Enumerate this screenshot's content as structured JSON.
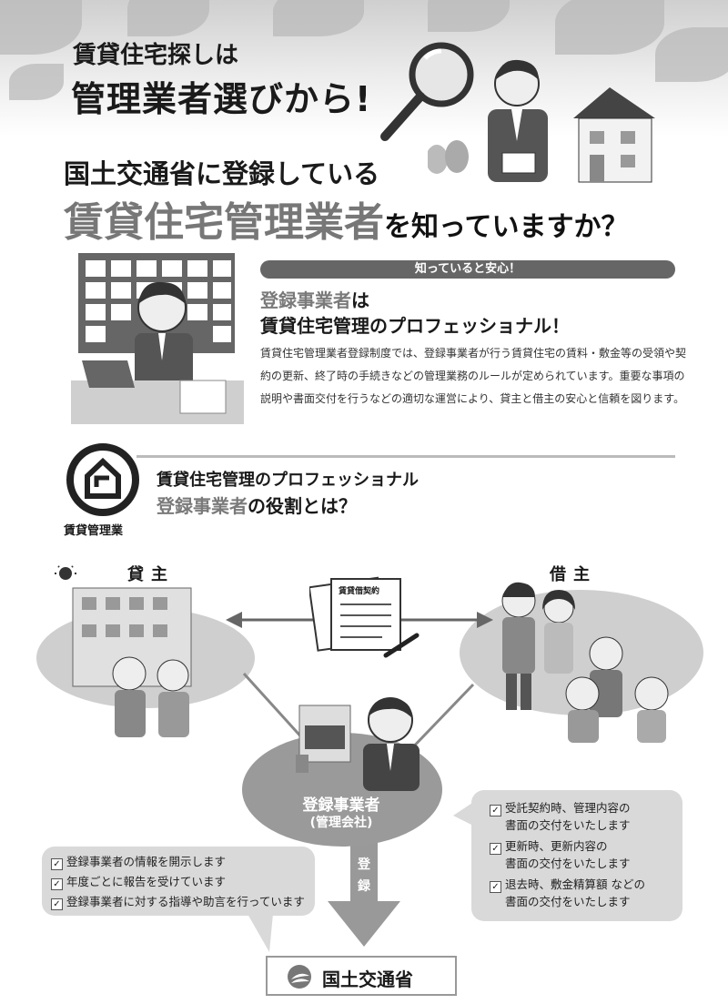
{
  "hero": {
    "line1": "賃貸住宅探しは",
    "line2": "管理業者選びから!"
  },
  "question": {
    "line1": "国土交通省に登録している",
    "highlight": "賃貸住宅管理業者",
    "rest": "を知っていますか？"
  },
  "section1": {
    "pill": "知っていると安心！",
    "title1_highlight": "登録事業者",
    "title1_rest": "は",
    "title2": "賃貸住宅管理のプロフェッショナル！",
    "body": "賃貸住宅管理業者登録制度では、登録事業者が行う賃貸住宅の賃料・敷金等の受領や契約の更新、終了時の手続きなどの管理業務のルールが定められています。重要な事項の説明や書面交付を行うなどの適切な運営により、貸主と借主の安心と信頼を図ります。"
  },
  "section2": {
    "logo_caption": "賃貸管理業",
    "title1": "賃貸住宅管理のプロフェッショナル",
    "title2_highlight": "登録事業者",
    "title2_rest": "の役割とは？"
  },
  "diagram": {
    "landlord": "貸主",
    "tenant": "借主",
    "contract_doc": "賃貸借契約",
    "center_name": "登録事業者",
    "center_sub": "(管理会社)",
    "arrow_label_1": "登",
    "arrow_label_2": "録",
    "left_list": [
      "登録事業者の情報を開示します",
      "年度ごとに報告を受けています",
      "登録事業者に対する指導や助言を行っています"
    ],
    "right_list": [
      {
        "line1": "受託契約時、管理内容の",
        "line2": "書面の交付をいたします"
      },
      {
        "line1": "更新時、更新内容の",
        "line2": "書面の交付をいたします"
      },
      {
        "line1": "退去時、敷金精算額 などの",
        "line2": "書面の交付をいたします"
      }
    ],
    "ministry": "国土交通省"
  }
}
